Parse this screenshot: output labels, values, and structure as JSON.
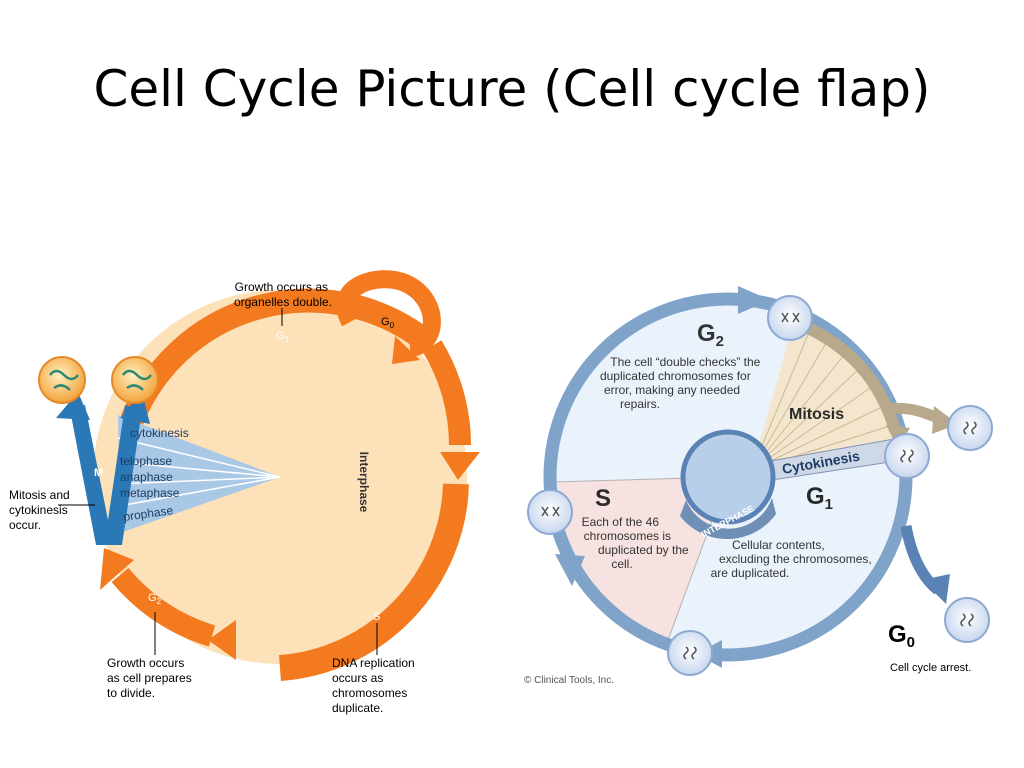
{
  "slide": {
    "title": "Cell Cycle Picture (Cell cycle flap)"
  },
  "left_diagram": {
    "g1_note": [
      "Growth occurs as",
      "organelles double."
    ],
    "g1": "G",
    "g1_sub": "1",
    "g0": "G",
    "g0_sub": "0",
    "interphase": "Interphase",
    "m": "M",
    "mitotic_phases": [
      "cytokinesis",
      "telophase",
      "anaphase",
      "metaphase",
      "prophase"
    ],
    "mitosis_note": [
      "Mitosis and",
      "cytokinesis",
      "occur."
    ],
    "g2": "G",
    "g2_sub": "2",
    "g2_note": [
      "Growth occurs",
      "as cell prepares",
      "to divide."
    ],
    "s": "S",
    "s_note": [
      "DNA replication",
      "occurs as",
      "chromosomes",
      "duplicate."
    ],
    "colors": {
      "orange": "#f47a20",
      "cream": "#fde1b8",
      "blue": "#2b78b6",
      "light_blue": "#a9c8e6"
    }
  },
  "right_diagram": {
    "g2": "G",
    "g2_sub": "2",
    "g2_note": [
      "The cell “double checks” the",
      "duplicated chromosomes for",
      "error, making any needed",
      "repairs."
    ],
    "mitosis": "Mitosis",
    "cytokinesis": "Cytokinesis",
    "interphase": "INTERPHASE",
    "s": "S",
    "s_note": [
      "Each of the 46",
      "chromosomes is",
      "duplicated by the",
      "cell."
    ],
    "g1": "G",
    "g1_sub": "1",
    "g1_note": [
      "Cellular contents,",
      "excluding the chromosomes,",
      "are duplicated."
    ],
    "g0": "G",
    "g0_sub": "0",
    "g0_note": "Cell cycle arrest.",
    "credit": "© Clinical Tools, Inc.",
    "colors": {
      "ring": "#7fa3c9",
      "fill": "#eaf2fb",
      "s_fill": "#f6e3e1",
      "mitosis": "#b8a98c"
    }
  }
}
